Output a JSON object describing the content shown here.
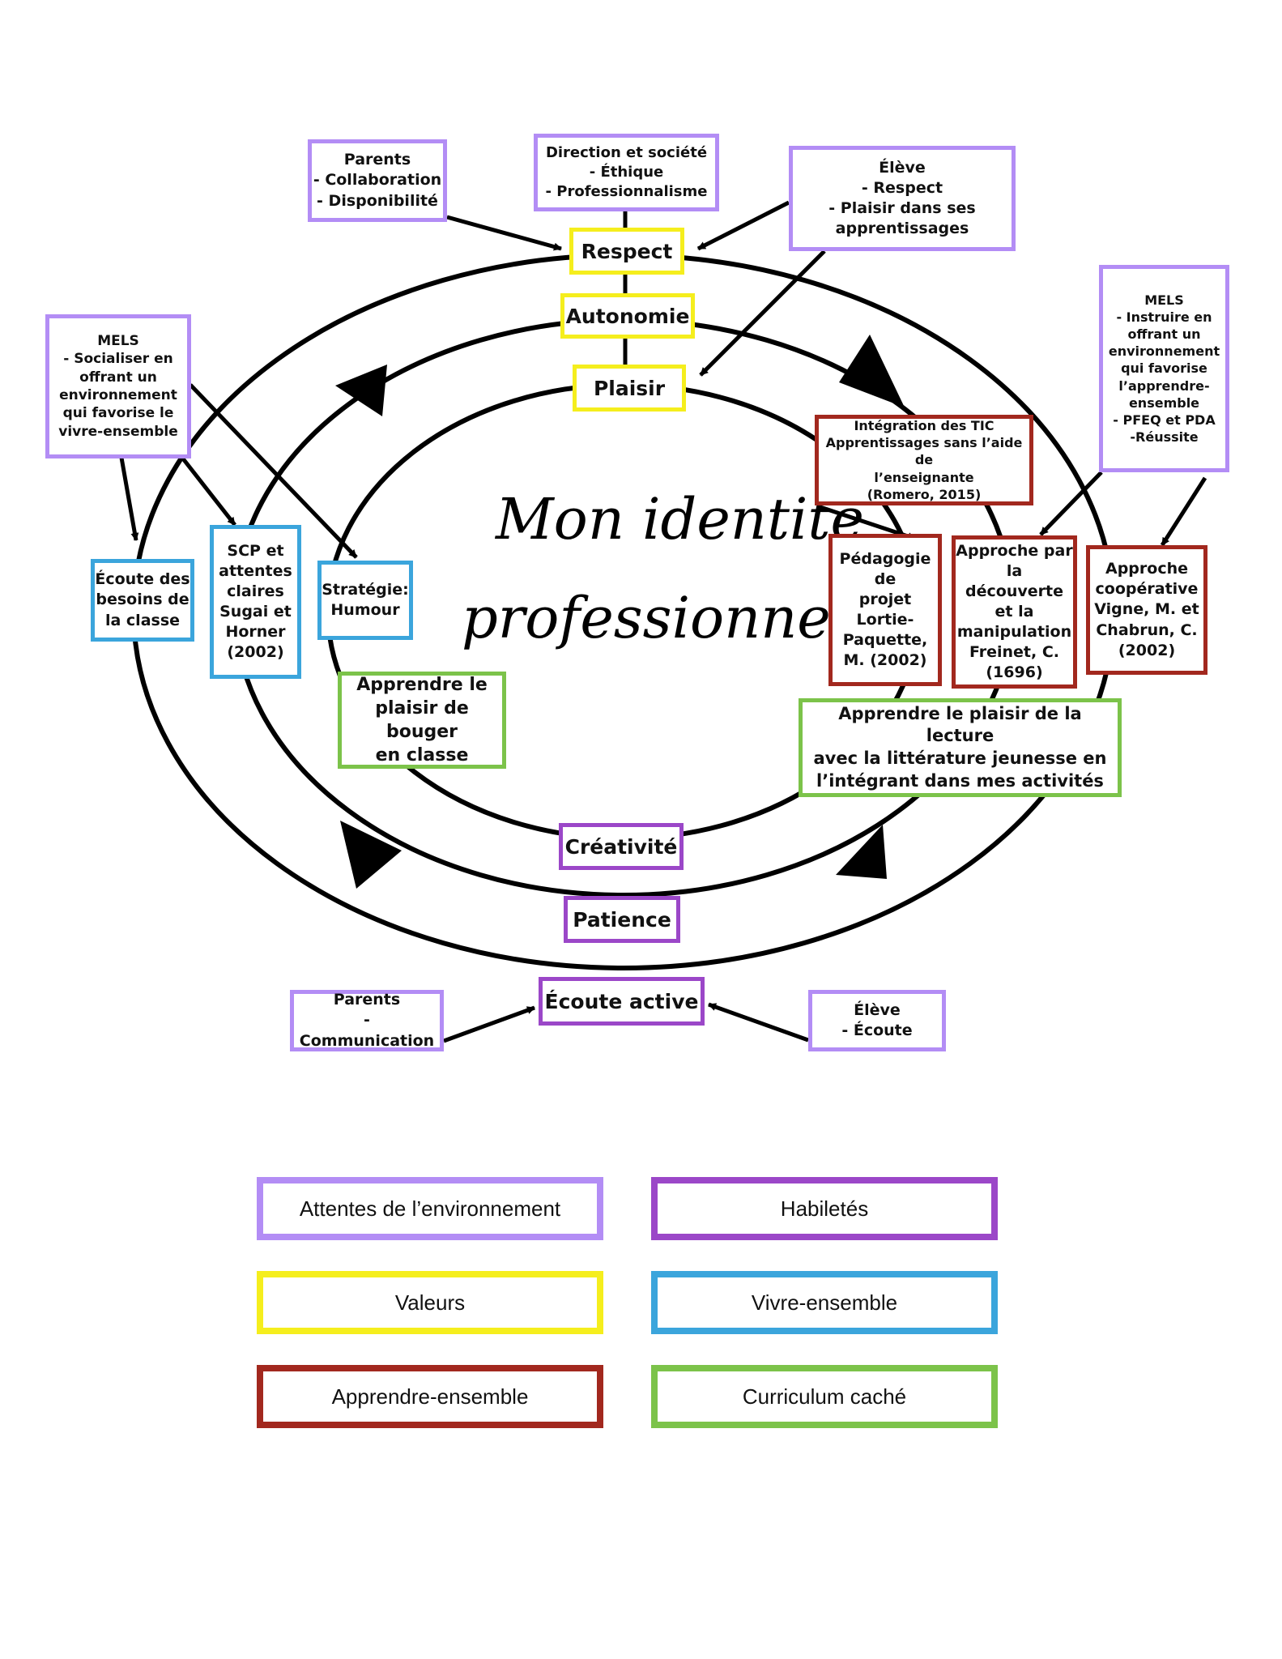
{
  "colors": {
    "attentes": "#b38df5",
    "habiletes": "#9b47c8",
    "valeurs": "#f5ee1d",
    "vivre": "#3ba5dc",
    "apprendre": "#a2281e",
    "curriculum": "#7cc34a"
  },
  "title": {
    "line1": "Mon identité",
    "line2": "professionnelle"
  },
  "boxes": {
    "parents_top": [
      "Parents",
      "- Collaboration",
      "- Disponibilité"
    ],
    "direction": [
      "Direction et société",
      "- Éthique",
      "- Professionnalisme"
    ],
    "eleve_top": [
      "Élève",
      "- Respect",
      "- Plaisir dans ses",
      "apprentissages"
    ],
    "mels_left": [
      "MELS",
      "- Socialiser en",
      "offrant un",
      "environnement",
      "qui favorise le",
      "vivre-ensemble"
    ],
    "mels_right": [
      "MELS",
      "- Instruire en",
      "offrant un",
      "environnement",
      "qui favorise",
      "l’apprendre-",
      "ensemble",
      "- PFEQ et PDA",
      "-Réussite"
    ],
    "respect": [
      "Respect"
    ],
    "autonomie": [
      "Autonomie"
    ],
    "plaisir": [
      "Plaisir"
    ],
    "tic": [
      "Intégration des TIC",
      "Apprentissages sans l’aide de",
      "l’enseignante",
      "(Romero, 2015)"
    ],
    "ecoute_besoins": [
      "Écoute des",
      "besoins de",
      "la classe"
    ],
    "scp": [
      "SCP et",
      "attentes",
      "claires",
      "Sugai et",
      "Horner",
      "(2002)"
    ],
    "strategie": [
      "Stratégie:",
      "Humour"
    ],
    "pedagogie": [
      "Pédagogie",
      "de",
      "projet",
      "Lortie-",
      "Paquette,",
      "M. (2002)"
    ],
    "decouverte": [
      "Approche par",
      "la découverte",
      "et la",
      "manipulation",
      "Freinet, C.",
      "(1696)"
    ],
    "cooperative": [
      "Approche",
      "coopérative",
      "Vigne, M. et",
      "Chabrun, C.",
      "(2002)"
    ],
    "bouger": [
      "Apprendre le",
      "plaisir de bouger",
      "en classe"
    ],
    "lecture": [
      "Apprendre le plaisir de la lecture",
      "avec la littérature jeunesse en",
      "l’intégrant dans mes activités"
    ],
    "creativite": [
      "Créativité"
    ],
    "patience": [
      "Patience"
    ],
    "ecoute_active": [
      "Écoute active"
    ],
    "parents_bottom": [
      "Parents",
      "- Communication"
    ],
    "eleve_bottom": [
      "Élève",
      "- Écoute"
    ]
  },
  "legend": {
    "attentes": "Attentes de l’environnement",
    "habiletes": "Habiletés",
    "valeurs": "Valeurs",
    "vivre": "Vivre-ensemble",
    "apprendre": "Apprendre-ensemble",
    "curriculum": "Curriculum caché"
  }
}
